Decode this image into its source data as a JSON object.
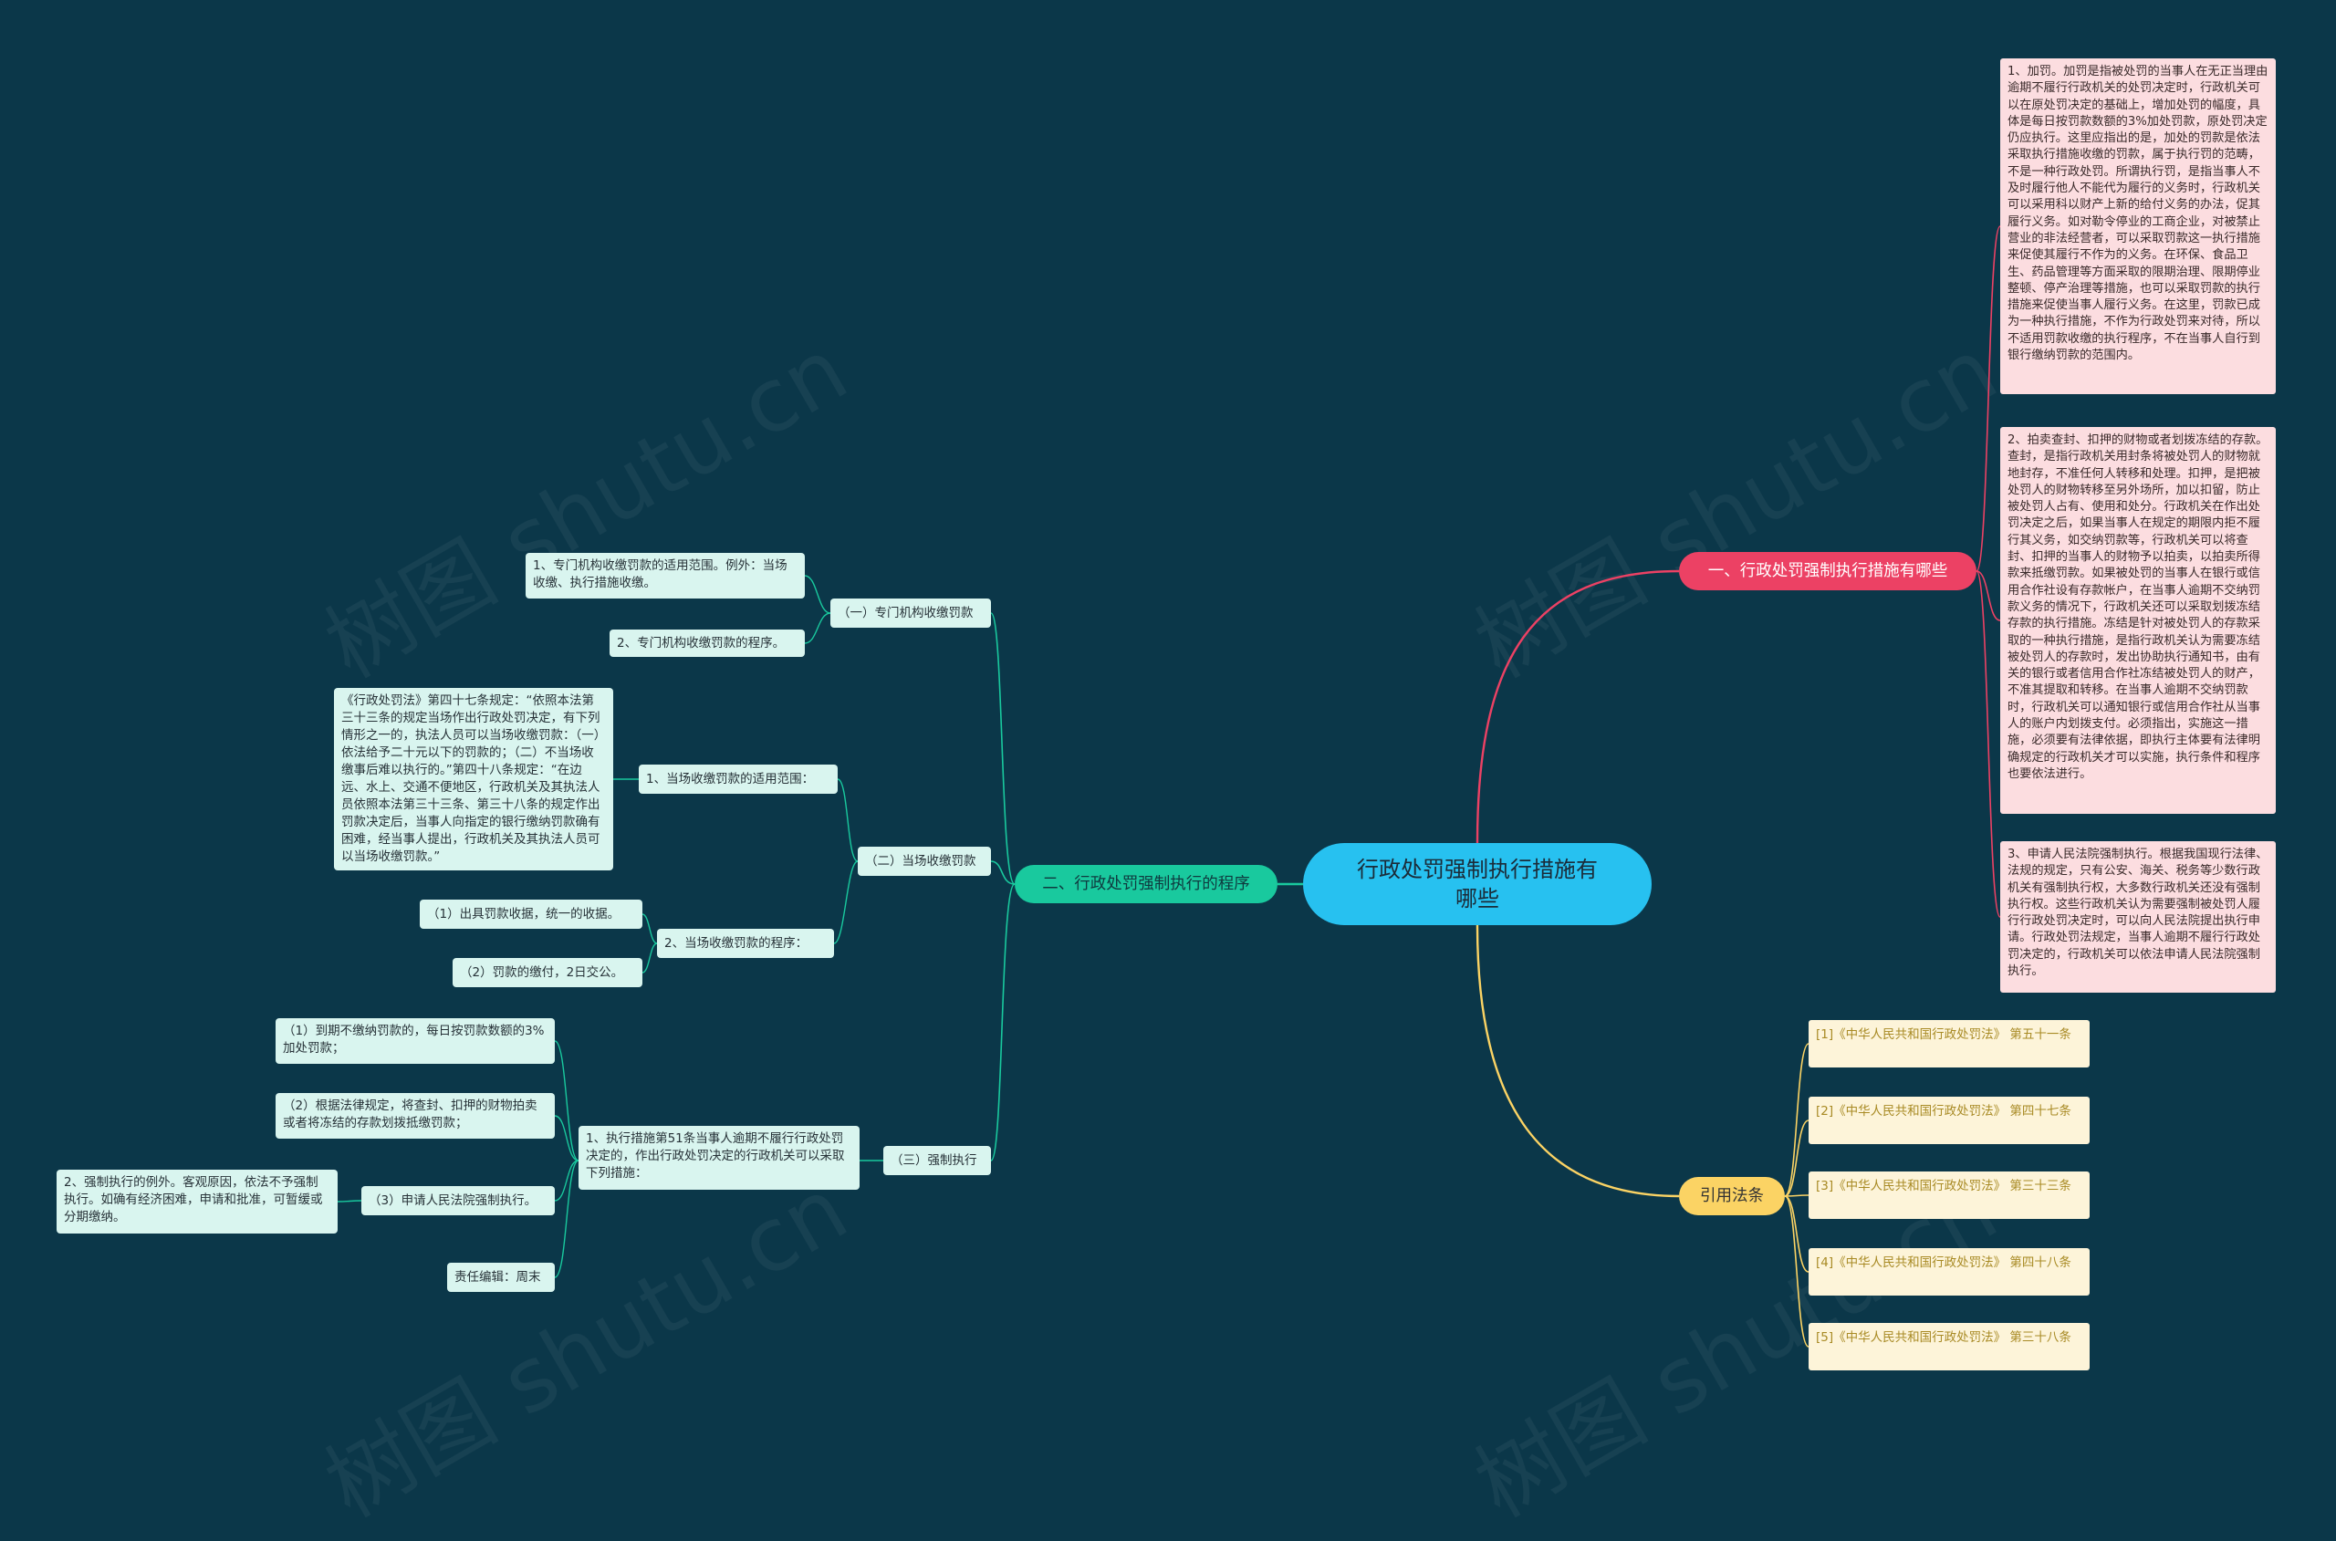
{
  "root": {
    "label": "行政处罚强制执行措施有哪些"
  },
  "branches": {
    "measures": {
      "label": "一、行政处罚强制执行措施有哪些",
      "items": [
        "1、加罚。加罚是指被处罚的当事人在无正当理由逾期不履行行政机关的处罚决定时，行政机关可以在原处罚决定的基础上，增加处罚的幅度，具体是每日按罚款数额的3%加处罚款，原处罚决定仍应执行。这里应指出的是，加处的罚款是依法采取执行措施收缴的罚款，属于执行罚的范畴，不是一种行政处罚。所谓执行罚，是指当事人不及时履行他人不能代为履行的义务时，行政机关可以采用科以财产上新的给付义务的办法，促其履行义务。如对勒令停业的工商企业，对被禁止营业的非法经营者，可以采取罚款这一执行措施来促使其履行不作为的义务。在环保、食品卫生、药品管理等方面采取的限期治理、限期停业整顿、停产治理等措施，也可以采取罚款的执行措施来促使当事人履行义务。在这里，罚款已成为一种执行措施，不作为行政处罚来对待，所以不适用罚款收缴的执行程序，不在当事人自行到银行缴纳罚款的范围内。",
        "2、拍卖查封、扣押的财物或者划拨冻结的存款。查封，是指行政机关用封条将被处罚人的财物就地封存，不准任何人转移和处理。扣押，是把被处罚人的财物转移至另外场所，加以扣留，防止被处罚人占有、使用和处分。行政机关在作出处罚决定之后，如果当事人在规定的期限内拒不履行其义务，如交纳罚款等，行政机关可以将查封、扣押的当事人的财物予以拍卖，以拍卖所得款来抵缴罚款。如果被处罚的当事人在银行或信用合作社设有存款帐户，在当事人逾期不交纳罚款义务的情况下，行政机关还可以采取划拨冻结存款的执行措施。冻结是针对被处罚人的存款采取的一种执行措施，是指行政机关认为需要冻结被处罚人的存款时，发出协助执行通知书，由有关的银行或者信用合作社冻结被处罚人的财产，不准其提取和转移。在当事人逾期不交纳罚款时，行政机关可以通知银行或信用合作社从当事人的账户内划拨支付。必须指出，实施这一措施，必须要有法律依据，即执行主体要有法律明确规定的行政机关才可以实施，执行条件和程序也要依法进行。",
        "3、申请人民法院强制执行。根据我国现行法律、法规的规定，只有公安、海关、税务等少数行政机关有强制执行权，大多数行政机关还没有强制执行权。这些行政机关认为需要强制被处罚人履行行政处罚决定时，可以向人民法院提出执行申请。行政处罚法规定，当事人逾期不履行行政处罚决定的，行政机关可以依法申请人民法院强制执行。"
      ]
    },
    "procedure": {
      "label": "二、行政处罚强制执行的程序",
      "g1": {
        "label": "（一）专门机构收缴罚款",
        "items": [
          "1、专门机构收缴罚款的适用范围。例外：当场收缴、执行措施收缴。",
          "2、专门机构收缴罚款的程序。"
        ]
      },
      "g2": {
        "label": "（二）当场收缴罚款",
        "s1": {
          "label": "1、当场收缴罚款的适用范围：",
          "detail": "《行政处罚法》第四十七条规定：“依照本法第三十三条的规定当场作出行政处罚决定，有下列情形之一的，执法人员可以当场收缴罚款：（一）依法给予二十元以下的罚款的；（二）不当场收缴事后难以执行的。”第四十八条规定：“在边远、水上、交通不便地区，行政机关及其执法人员依照本法第三十三条、第三十八条的规定作出罚款决定后，当事人向指定的银行缴纳罚款确有困难，经当事人提出，行政机关及其执法人员可以当场收缴罚款。”"
        },
        "s2": {
          "label": "2、当场收缴罚款的程序：",
          "items": [
            "（1）出具罚款收据，统一的收据。",
            "（2）罚款的缴付，2日交公。"
          ]
        }
      },
      "g3": {
        "label": "（三）强制执行",
        "s1": {
          "label": "1、执行措施第51条当事人逾期不履行行政处罚决定的，作出行政处罚决定的行政机关可以采取下列措施：",
          "items": [
            "（1）到期不缴纳罚款的，每日按罚款数额的3%加处罚款；",
            "（2）根据法律规定，将查封、扣押的财物拍卖或者将冻结的存款划拨抵缴罚款；",
            "（3）申请人民法院强制执行。"
          ],
          "note": "2、强制执行的例外。客观原因，依法不予强制执行。如确有经济困难，申请和批准，可暂缓或分期缴纳。"
        },
        "editor": "责任编辑：周末"
      }
    },
    "laws": {
      "label": "引用法条",
      "items": [
        "[1]《中华人民共和国行政处罚法》 第五十一条",
        "[2]《中华人民共和国行政处罚法》 第四十七条",
        "[3]《中华人民共和国行政处罚法》 第三十三条",
        "[4]《中华人民共和国行政处罚法》 第四十八条",
        "[5]《中华人民共和国行政处罚法》 第三十八条"
      ]
    }
  },
  "watermark": "树图 shutu.cn",
  "colors": {
    "background": "#0b3749",
    "root": "#27c1f0",
    "red": "#ec4164",
    "green": "#19c99e",
    "yellow": "#fbd364"
  }
}
